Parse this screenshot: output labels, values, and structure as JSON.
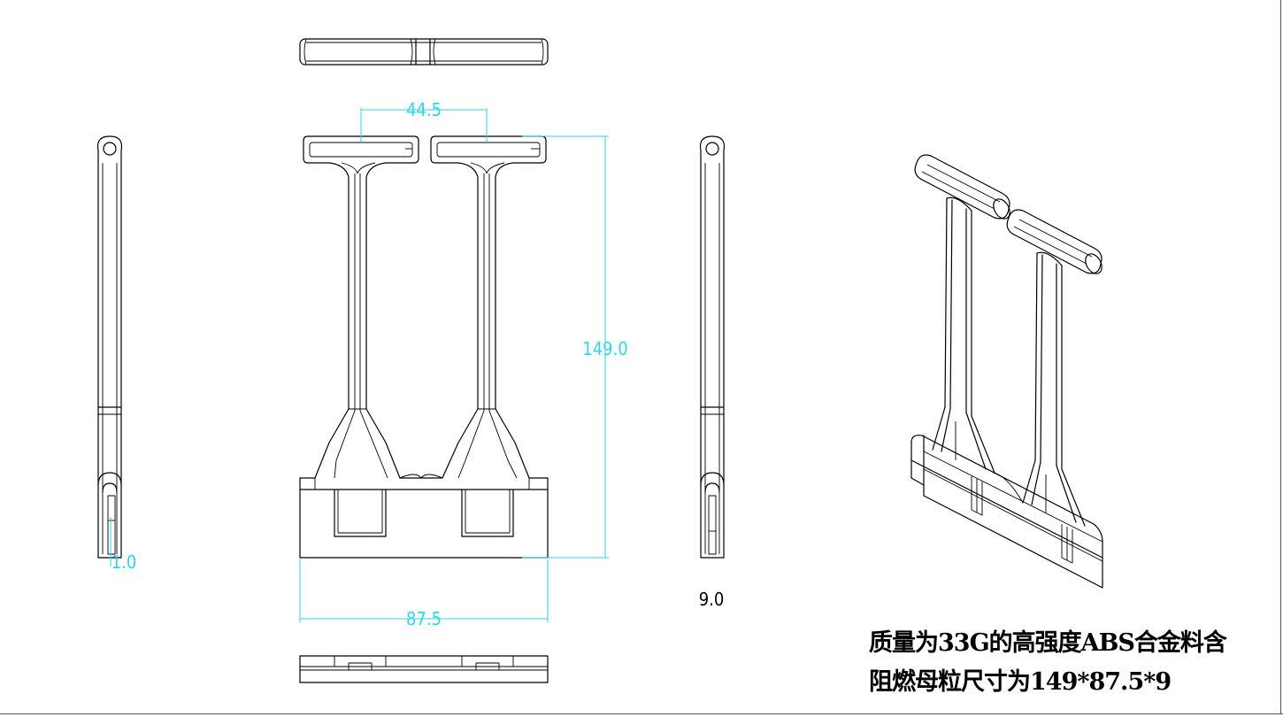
{
  "dimensions": {
    "pitch": "44.5",
    "height": "149.0",
    "width": "87.5",
    "thickness": "9.0",
    "wall": "1.0"
  },
  "note": {
    "line1": "质量为33G的高强度ABS合金料含",
    "line2": "阻燃母粒尺寸为149*87.5*9"
  },
  "colors": {
    "dimension": "#2fd6e6",
    "outline": "#000000"
  }
}
